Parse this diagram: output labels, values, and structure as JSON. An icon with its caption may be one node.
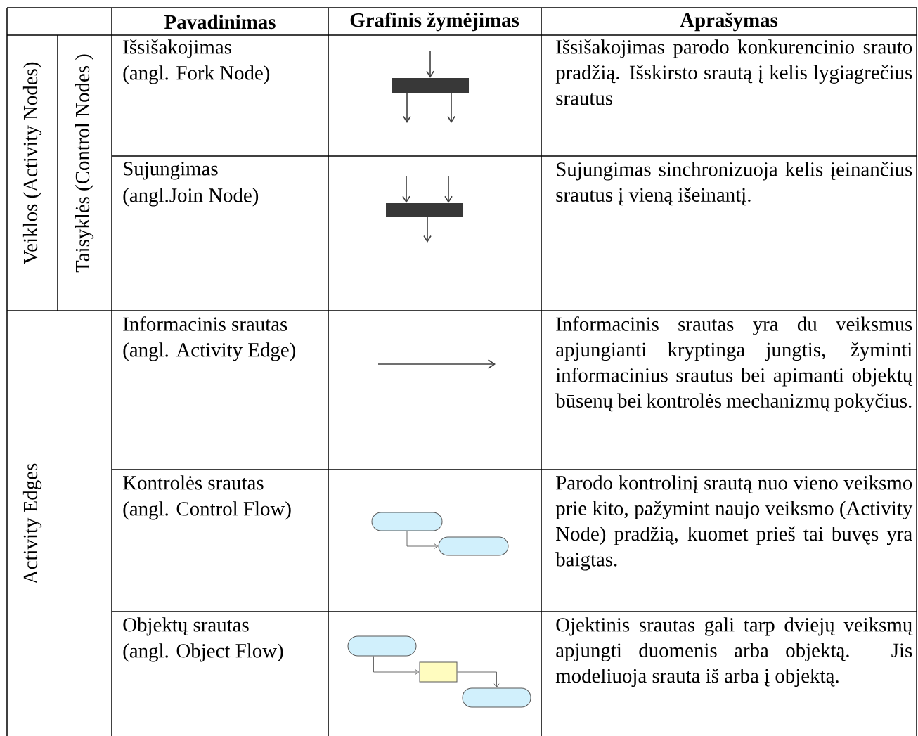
{
  "diagram": {
    "nodes": [
      {
        "text": [],
        "shape": "bar"
      },
      {
        "text": [],
        "shape": "bar"
      },
      {
        "text": [],
        "shape": "box"
      },
      {
        "text": [],
        "shape": "box"
      },
      {
        "text": [],
        "shape": "box"
      },
      {
        "text": [],
        "shape": "box"
      },
      {
        "text": [],
        "shape": "box"
      }
    ],
    "edges": [
      {
        "from": null,
        "to": 0,
        "arrow": "to"
      },
      {
        "from": 0,
        "to": null,
        "arrow": "to"
      },
      {
        "from": 0,
        "to": null,
        "arrow": "to"
      },
      {
        "from": null,
        "to": 1,
        "arrow": "to"
      },
      {
        "from": null,
        "to": 1,
        "arrow": "to"
      },
      {
        "from": 1,
        "to": null,
        "arrow": "to"
      },
      {
        "from": 2,
        "to": 3,
        "arrow": "to"
      },
      {
        "from": 4,
        "to": 5,
        "arrow": "to"
      },
      {
        "from": 5,
        "to": 6,
        "arrow": "to"
      }
    ],
    "labels": [
      "Pavadinimas",
      "Grafinis žymėjimas",
      "Aprašymas",
      "Veiklos (Activity Nodes)",
      "Taisyklės (Control Nodes )",
      "Išsišakojimas",
      "(angl. Fork Node)",
      "Išsišakojimas parodo konkurencinio srauto pradžią. Išskirsto srautą į kelis lygiagrečius srautus",
      "Sujungimas",
      "(angl.Join Node)",
      "Sujungimas sinchronizuoja kelis įeinančius srautus į vieną išeinantį.",
      "Activity Edges",
      "Informacinis srautas",
      "(angl. Activity Edge)",
      "Informacinis srautas yra du veiksmus apjungianti kryptinga jungtis, žyminti informacinius srautus bei apimanti objektų būsenų bei kontrolės mechanizmų pokyčius.",
      "Kontrolės srautas",
      "(angl. Control Flow)",
      "Parodo kontrolinį srautą nuo vieno veiksmo prie kito, pažymint naujo veiksmo (Activity Node) pradžią, kuomet prieš tai buvęs yra baigtas.",
      "Objektų srautas",
      "(angl. Object Flow)",
      "Ojektinis srautas gali tarp dviejų veiksmų apjungti duomenis arba objektą. Jis modeliuoja srauta iš arba į objektą."
    ]
  }
}
